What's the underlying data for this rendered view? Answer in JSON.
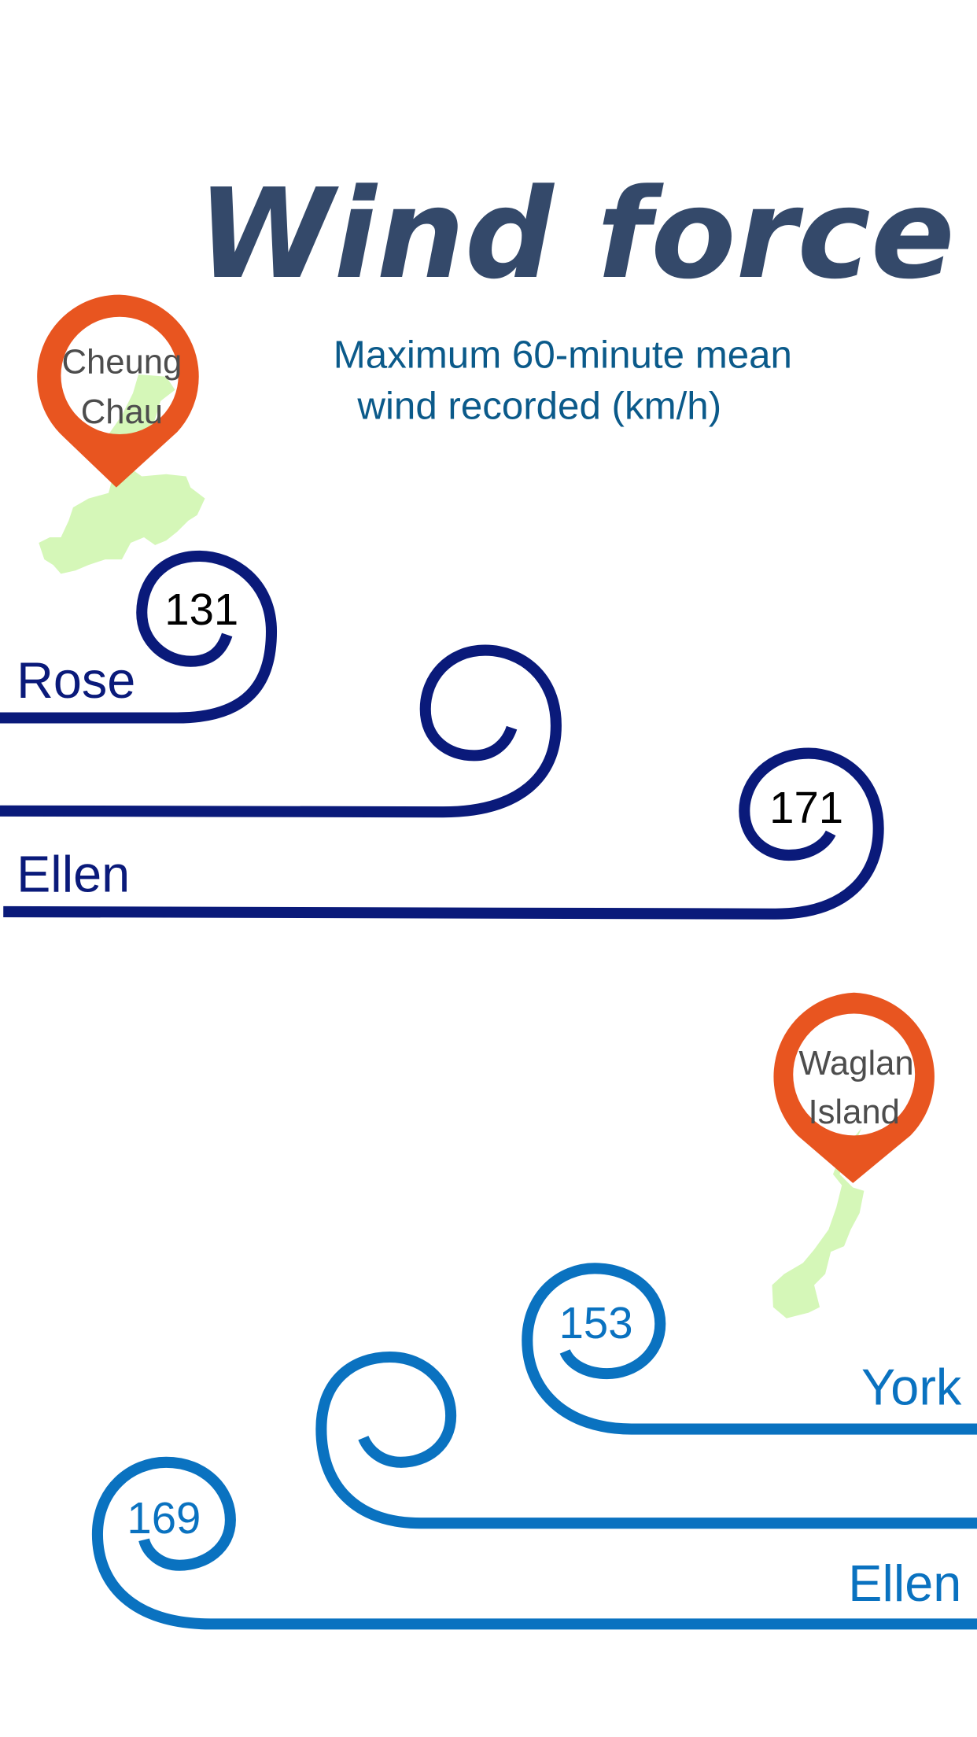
{
  "header": {
    "title": "Wind force",
    "subtitle_line1": "Maximum 60-minute mean",
    "subtitle_line2": "wind recorded (km/h)"
  },
  "colors": {
    "title": "#34496a",
    "subtitle": "#0b5a8a",
    "pin": "#e85520",
    "island": "#d5f7b8",
    "cheung_chau_series": "#0a1a7a",
    "waglan_series": "#0a72c0"
  },
  "stations": [
    {
      "line1": "Cheung",
      "line2": "Chau"
    },
    {
      "line1": "Waglan",
      "line2": "Island"
    }
  ],
  "chart_data": {
    "type": "infographic",
    "title": "Wind force",
    "subtitle": "Maximum 60-minute mean wind recorded (km/h)",
    "unit": "km/h",
    "groups": [
      {
        "station": "Cheung Chau",
        "series": [
          {
            "name": "Rose",
            "value": 131
          },
          {
            "name": "Ellen",
            "value": 171
          }
        ]
      },
      {
        "station": "Waglan Island",
        "series": [
          {
            "name": "York",
            "value": 153
          },
          {
            "name": "Ellen",
            "value": 169
          }
        ]
      }
    ]
  },
  "labels": {
    "cc_rose_value": "131",
    "cc_rose_name": "Rose",
    "cc_ellen_value": "171",
    "cc_ellen_name": "Ellen",
    "wg_york_value": "153",
    "wg_york_name": "York",
    "wg_ellen_value": "169",
    "wg_ellen_name": "Ellen"
  }
}
